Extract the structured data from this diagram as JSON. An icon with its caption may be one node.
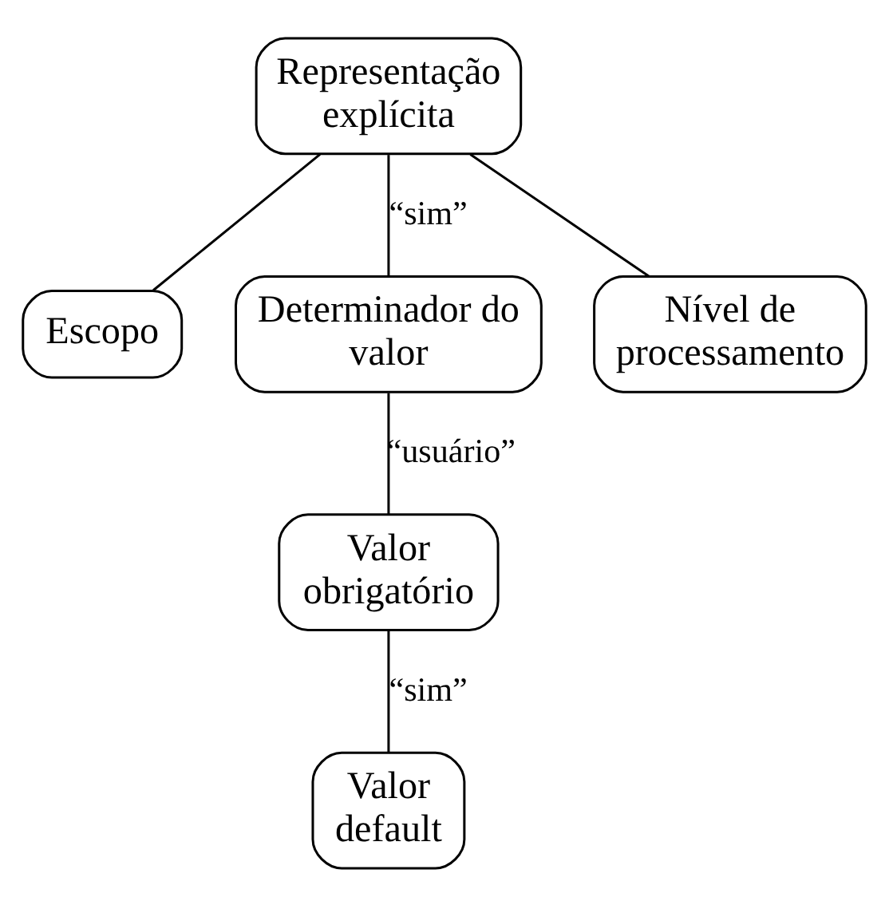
{
  "diagram": {
    "nodes": [
      {
        "text": [
          "Representação explícita"
        ]
      },
      {
        "text": [
          "Escopo"
        ]
      },
      {
        "text": [
          "Determinador do valor"
        ]
      },
      {
        "text": [
          "Nível de processamento"
        ]
      },
      {
        "text": [
          "Valor obrigatório"
        ]
      },
      {
        "text": [
          "Valor default"
        ]
      }
    ],
    "edges": [
      {
        "from": 0,
        "to": 1,
        "arrow": "none"
      },
      {
        "from": 0,
        "to": 2,
        "arrow": "none",
        "label": "“sim”"
      },
      {
        "from": 0,
        "to": 3,
        "arrow": "none"
      },
      {
        "from": 2,
        "to": 4,
        "arrow": "none",
        "label": "“usuário”"
      },
      {
        "from": 4,
        "to": 5,
        "arrow": "none",
        "label": "“sim”"
      }
    ]
  }
}
